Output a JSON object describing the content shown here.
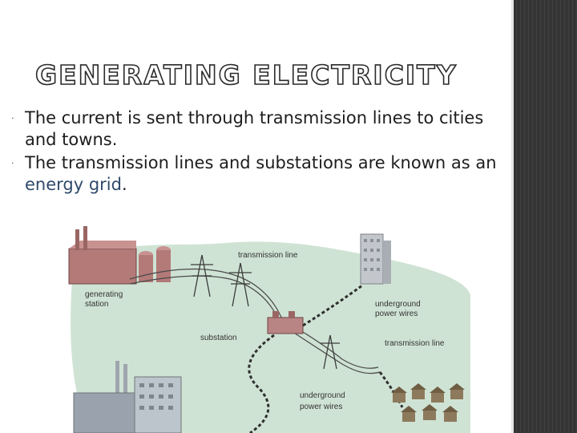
{
  "slide": {
    "title": "GENERATING ELECTRICITY",
    "bullets": [
      {
        "text": "The current is sent through transmission lines to cities and towns."
      },
      {
        "pre": "The transmission lines and substations are known as an ",
        "term": "energy grid",
        "post": "."
      }
    ]
  },
  "figure": {
    "labels": {
      "transmission_line_top": "transmission line",
      "generating_station_1": "generating",
      "generating_station_2": "station",
      "substation": "substation",
      "underground_top_1": "underground",
      "underground_top_2": "power wires",
      "transmission_line_right": "transmission line",
      "underground_bottom_1": "underground",
      "underground_bottom_2": "power wires"
    }
  },
  "colors": {
    "term": "#2f4a6a",
    "land": "#cfe3d4",
    "building": "#b37a78"
  }
}
